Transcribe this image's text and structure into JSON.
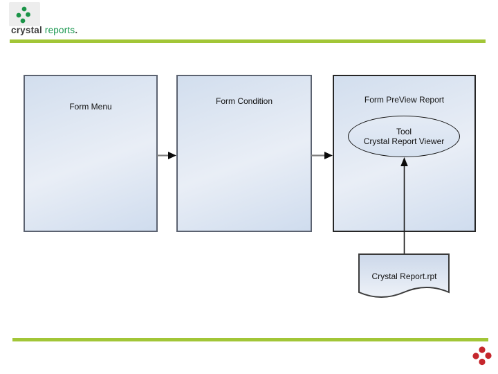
{
  "header": {
    "logo": {
      "word1": "crystal",
      "word2": " reports",
      "suffix": ".",
      "icon": "clover-icon",
      "icon_color": "#1b9448"
    },
    "rule_color": "#a2c637"
  },
  "flowchart": {
    "boxes": [
      {
        "label": "Form Menu"
      },
      {
        "label": "Form Condition"
      },
      {
        "label": "Form PreView Report"
      }
    ],
    "ellipse": {
      "line1": "Tool",
      "line2": "Crystal Report Viewer"
    },
    "document": {
      "label": "Crystal Report.rpt"
    },
    "colors": {
      "box_fill_top": "#d2deee",
      "box_fill_bottom": "#e9eef6",
      "box_border": "#5b6270",
      "preview_box_border": "#262626",
      "connector_line": "#7f7f7f",
      "arrowhead": "#0b0b0b"
    }
  },
  "footer": {
    "rule_color": "#a2c637",
    "icon": "clover-icon-red",
    "icon_color": "#c5262c"
  }
}
